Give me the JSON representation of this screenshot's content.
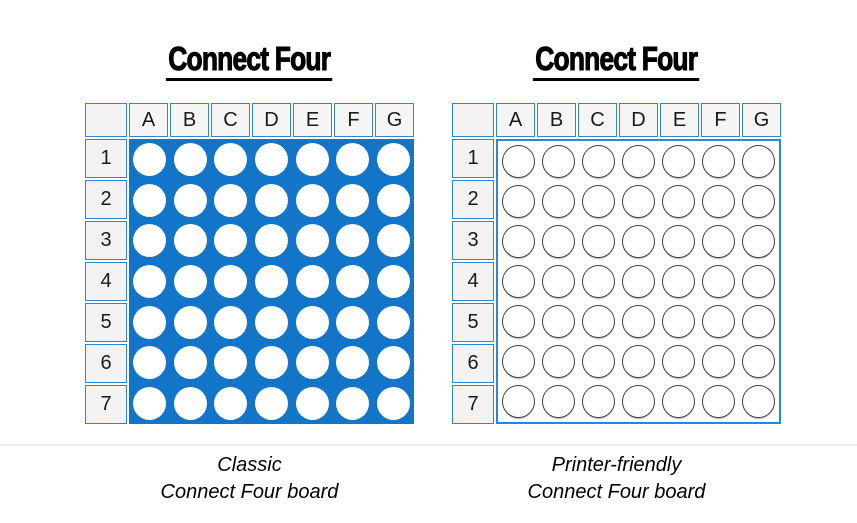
{
  "boards": [
    {
      "title": "Connect Four",
      "caption": [
        "Classic",
        "Connect Four board"
      ],
      "column_headers": [
        "A",
        "B",
        "C",
        "D",
        "E",
        "F",
        "G"
      ],
      "row_headers": [
        "1",
        "2",
        "3",
        "4",
        "5",
        "6",
        "7"
      ],
      "grid": {
        "rows": 7,
        "cols": 7
      },
      "board_fill": "#1375C8",
      "circle_fill": "#FFFFFF",
      "circle_stroke": "none"
    },
    {
      "title": "Connect Four",
      "caption": [
        "Printer-friendly",
        "Connect Four board"
      ],
      "column_headers": [
        "A",
        "B",
        "C",
        "D",
        "E",
        "F",
        "G"
      ],
      "row_headers": [
        "1",
        "2",
        "3",
        "4",
        "5",
        "6",
        "7"
      ],
      "grid": {
        "rows": 7,
        "cols": 7
      },
      "board_fill": "#FFFFFF",
      "circle_fill": "#FFFFFF",
      "circle_stroke": "#404040"
    }
  ],
  "colors": {
    "board_blue": "#1375C8",
    "cell_border": "#2E86D1",
    "header_cell_bg": "#F2F2F2",
    "text": "#1A1A1A",
    "divider": "#EDEDED"
  }
}
